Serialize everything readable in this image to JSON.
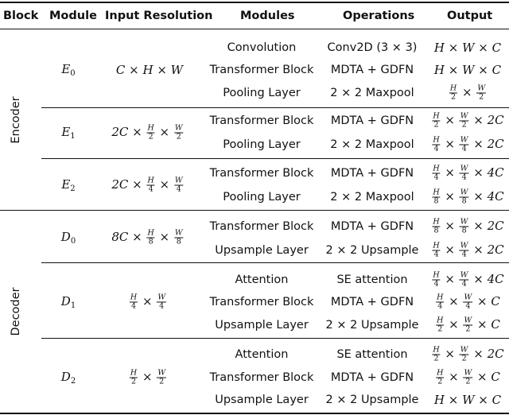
{
  "header": {
    "block": "Block",
    "module": "Module",
    "input_resolution": "Input Resolution",
    "modules": "Modules",
    "operations": "Operations",
    "output": "Output"
  },
  "blocks": {
    "encoder": "Encoder",
    "decoder": "Decoder"
  },
  "rows": {
    "e0": {
      "module": "E",
      "module_sub": "0",
      "input": "C × H × W",
      "items": [
        {
          "module": "Convolution",
          "operation": "Conv2D (3 × 3)",
          "output": "H × W × C"
        },
        {
          "module": "Transformer Block",
          "operation": "MDTA + GDFN",
          "output": "H × W × C"
        },
        {
          "module": "Pooling Layer",
          "operation": "2 × 2 Maxpool",
          "output": "H/2 × W/2"
        }
      ]
    },
    "e1": {
      "module": "E",
      "module_sub": "1",
      "input": "2C × H/2 × W/2",
      "items": [
        {
          "module": "Transformer Block",
          "operation": "MDTA + GDFN",
          "output": "H/2 × W/2 × 2C"
        },
        {
          "module": "Pooling Layer",
          "operation": "2 × 2 Maxpool",
          "output": "H/4 × W/4 × 2C"
        }
      ]
    },
    "e2": {
      "module": "E",
      "module_sub": "2",
      "input": "2C × H/4 × W/4",
      "items": [
        {
          "module": "Transformer Block",
          "operation": "MDTA + GDFN",
          "output": "H/4 × W/4 × 4C"
        },
        {
          "module": "Pooling Layer",
          "operation": "2 × 2 Maxpool",
          "output": "H/8 × W/8 × 4C"
        }
      ]
    },
    "d0": {
      "module": "D",
      "module_sub": "0",
      "input": "8C × H/8 × W/8",
      "items": [
        {
          "module": "Transformer Block",
          "operation": "MDTA + GDFN",
          "output": "H/8 × W/8 × 2C"
        },
        {
          "module": "Upsample Layer",
          "operation": "2 × 2 Upsample",
          "output": "H/4 × W/4 × 2C"
        }
      ]
    },
    "d1": {
      "module": "D",
      "module_sub": "1",
      "input": "H/4 × W/4",
      "items": [
        {
          "module": "Attention",
          "operation": "SE attention",
          "output": "H/4 × W/4 × 4C"
        },
        {
          "module": "Transformer Block",
          "operation": "MDTA + GDFN",
          "output": "H/4 × W/4 × C"
        },
        {
          "module": "Upsample Layer",
          "operation": "2 × 2 Upsample",
          "output": "H/2 × W/2 × C"
        }
      ]
    },
    "d2": {
      "module": "D",
      "module_sub": "2",
      "input": "H/2 × W/2",
      "items": [
        {
          "module": "Attention",
          "operation": "SE attention",
          "output": "H/2 × W/2 × 2C"
        },
        {
          "module": "Transformer Block",
          "operation": "MDTA + GDFN",
          "output": "H/2 × W/2 × C"
        },
        {
          "module": "Upsample Layer",
          "operation": "2 × 2 Upsample",
          "output": "H × W × C"
        }
      ]
    }
  }
}
